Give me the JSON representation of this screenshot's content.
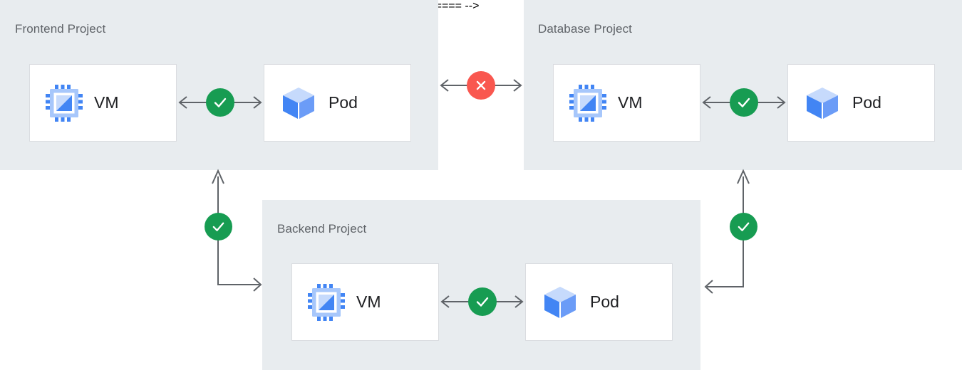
{
  "diagram": {
    "title_hidden": "",
    "colors": {
      "panel_bg": "#e8ecef",
      "card_bg": "#ffffff",
      "card_border": "#dadce0",
      "title_text": "#5f6368",
      "label_text": "#202124",
      "line": "#5f6368",
      "ok_badge": "#179c52",
      "blocked_badge": "#f9574f",
      "icon_blue_dark": "#4285f4",
      "icon_blue_mid": "#5b96f7",
      "icon_blue_light": "#a7c7fb",
      "icon_blue_pale": "#c6dafc"
    },
    "panels": [
      {
        "id": "frontend",
        "title": "Frontend Project",
        "nodes": [
          {
            "id": "frontend-vm",
            "label": "VM",
            "icon": "vm-chip-icon"
          },
          {
            "id": "frontend-pod",
            "label": "Pod",
            "icon": "pod-cube-icon"
          }
        ],
        "internal_link": {
          "icon": "check-circle-icon",
          "status": "allowed",
          "direction": "bidirectional"
        }
      },
      {
        "id": "database",
        "title": "Database Project",
        "nodes": [
          {
            "id": "database-vm",
            "label": "VM",
            "icon": "vm-chip-icon"
          },
          {
            "id": "database-pod",
            "label": "Pod",
            "icon": "pod-cube-icon"
          }
        ],
        "internal_link": {
          "icon": "check-circle-icon",
          "status": "allowed",
          "direction": "bidirectional"
        }
      },
      {
        "id": "backend",
        "title": "Backend Project",
        "nodes": [
          {
            "id": "backend-vm",
            "label": "VM",
            "icon": "vm-chip-icon"
          },
          {
            "id": "backend-pod",
            "label": "Pod",
            "icon": "pod-cube-icon"
          }
        ],
        "internal_link": {
          "icon": "check-circle-icon",
          "status": "allowed",
          "direction": "bidirectional"
        }
      }
    ],
    "cross_links": [
      {
        "id": "frontend-database",
        "from": "frontend",
        "to": "database",
        "status": "blocked",
        "icon": "x-circle-icon",
        "direction": "bidirectional"
      },
      {
        "id": "frontend-backend",
        "from": "frontend",
        "to": "backend",
        "status": "allowed",
        "icon": "check-circle-icon",
        "direction": "bidirectional"
      },
      {
        "id": "database-backend",
        "from": "database",
        "to": "backend",
        "status": "allowed",
        "icon": "check-circle-icon",
        "direction": "bidirectional"
      }
    ]
  }
}
